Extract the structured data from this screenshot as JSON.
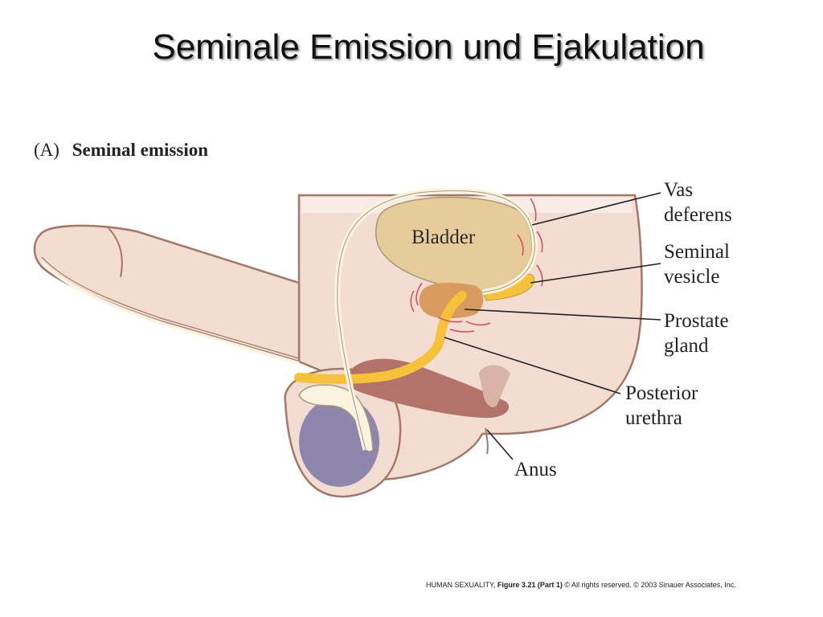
{
  "slide": {
    "title": "Seminale Emission und Ejakulation"
  },
  "figure": {
    "panel_letter": "(A)",
    "panel_title": "Seminal emission",
    "organ_label": "Bladder",
    "callouts": [
      {
        "lines": [
          "Vas",
          "deferens"
        ]
      },
      {
        "lines": [
          "Seminal",
          "vesicle"
        ]
      },
      {
        "lines": [
          "Prostate",
          "gland"
        ]
      },
      {
        "lines": [
          "Posterior",
          "urethra"
        ]
      },
      {
        "lines": [
          "Anus"
        ]
      }
    ],
    "colors": {
      "skin": "#f3ddd2",
      "skin_outline": "#a3786a",
      "bladder": "#e5cc9a",
      "duct_yellow": "#f5c23a",
      "testis": "#8e86ac",
      "rectum": "#b4736a",
      "prostate": "#d99a5e",
      "contraction_marks": "#d8465a"
    }
  },
  "credit": {
    "book": "HUMAN SEXUALITY,",
    "figure_ref": "Figure 3.21 (Part 1)",
    "rights": "© All rights reserved. © 2003 Sinauer Associates, Inc."
  }
}
